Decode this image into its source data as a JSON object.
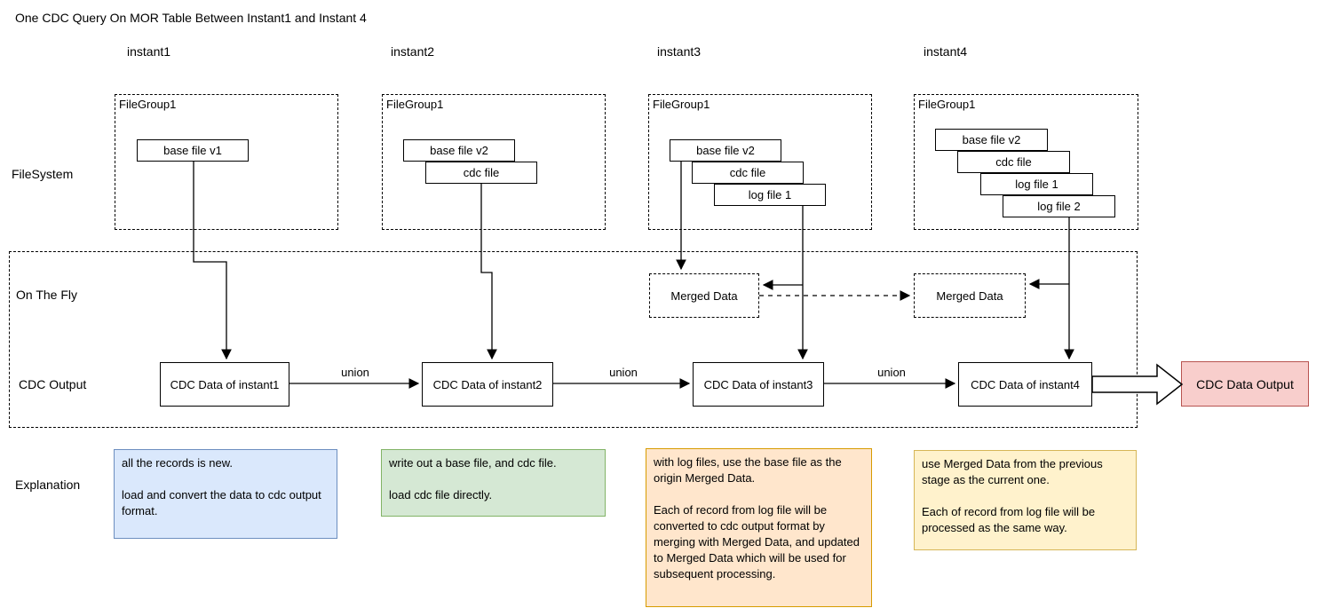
{
  "title": "One CDC Query On MOR Table Between Instant1 and Instant 4",
  "columns": [
    {
      "label": "instant1"
    },
    {
      "label": "instant2"
    },
    {
      "label": "instant3"
    },
    {
      "label": "instant4"
    }
  ],
  "rows": {
    "filesystem": "FileSystem",
    "on_the_fly": "On The Fly",
    "cdc_output": "CDC Output",
    "explanation": "Explanation"
  },
  "filegroups": [
    {
      "label": "FileGroup1",
      "files": [
        "base file v1"
      ]
    },
    {
      "label": "FileGroup1",
      "files": [
        "base file v2",
        "cdc file"
      ]
    },
    {
      "label": "FileGroup1",
      "files": [
        "base file v2",
        "cdc file",
        "log file 1"
      ]
    },
    {
      "label": "FileGroup1",
      "files": [
        "base file v2",
        "cdc file",
        "log file 1",
        "log file 2"
      ]
    }
  ],
  "merged_data": [
    {
      "label": "Merged Data"
    },
    {
      "label": "Merged Data"
    }
  ],
  "cdc_boxes": [
    "CDC Data of instant1",
    "CDC Data of instant2",
    "CDC Data of instant3",
    "CDC Data of instant4"
  ],
  "union_label": "union",
  "final_output": "CDC Data Output",
  "explanations": [
    {
      "color": "blue",
      "text": "all the records is new.\n\nload and convert the data to cdc output format."
    },
    {
      "color": "green",
      "text": "write out a base file, and cdc file.\n\nload cdc file directly."
    },
    {
      "color": "orange",
      "text": "with log files, use the base file as the origin Merged Data.\n\nEach of record from log file will be converted to cdc output format by merging with Merged Data, and updated to Merged Data which will be used for subsequent processing."
    },
    {
      "color": "yellow",
      "text": "use Merged Data from the previous stage as the current one.\n\nEach of record from log file will be processed as the same way."
    }
  ],
  "colors": {
    "blue_fill": "#dae8fc",
    "blue_border": "#6c8ebf",
    "green_fill": "#d5e8d4",
    "green_border": "#82b366",
    "orange_fill": "#ffe6cc",
    "orange_border": "#d79b00",
    "yellow_fill": "#fff2cc",
    "yellow_border": "#d6b656",
    "red_fill": "#f8cecc",
    "red_border": "#b85450",
    "line": "#000000"
  }
}
